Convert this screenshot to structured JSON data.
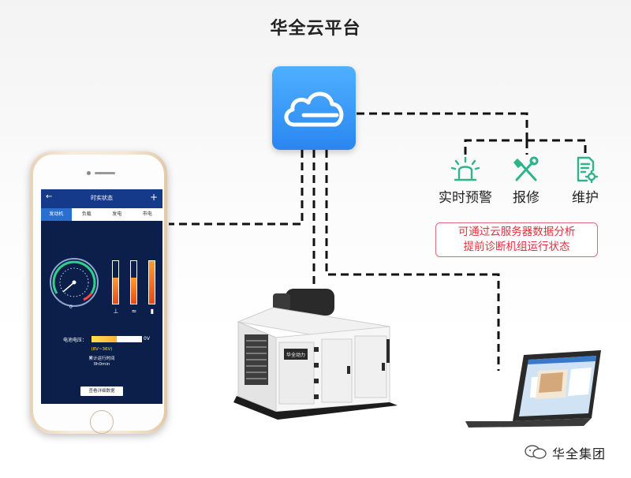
{
  "title": "华全云平台",
  "features": [
    {
      "label": "实时预警",
      "icon": "alarm-siren-icon"
    },
    {
      "label": "报修",
      "icon": "wrench-screwdriver-icon"
    },
    {
      "label": "维护",
      "icon": "document-gear-icon"
    }
  ],
  "note": {
    "line1": "可通过云服务器数据分析",
    "line2": "提前诊断机组运行状态"
  },
  "phone_screen": {
    "title": "时实状态",
    "tabs": [
      "发动机",
      "负载",
      "发电",
      "市电"
    ],
    "gauge_value": "0",
    "voltage_label": "电池电压：",
    "voltage_value": "0V",
    "voltage_range": "(8V~36V)",
    "runtime_label": "累计运行时间",
    "runtime_value": "0h0min",
    "button_label": "查看详细数据"
  },
  "generator": {
    "brand": "华全动力"
  },
  "footer": {
    "text": "华全集团"
  },
  "colors": {
    "cloud": "#2a86f0",
    "icon_green": "#2fb38a",
    "note_red": "#e0303d",
    "link_line": "#111111"
  }
}
